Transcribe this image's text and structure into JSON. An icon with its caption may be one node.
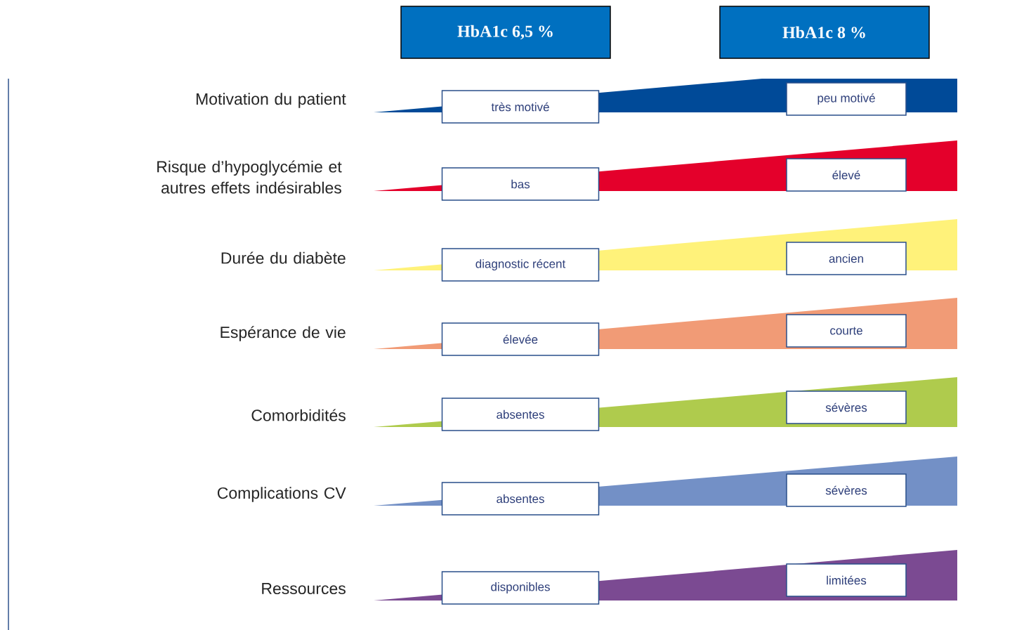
{
  "diagram": {
    "nodes": [
      {
        "text": [
          "HbA1c 6,5 %"
        ]
      },
      {
        "text": [
          "HbA1c 8 %"
        ]
      },
      {
        "text": [
          "très motivé"
        ]
      },
      {
        "text": [
          "peu motivé"
        ]
      },
      {
        "text": [
          "bas"
        ]
      },
      {
        "text": [
          "élevé"
        ]
      },
      {
        "text": [
          "diagnostic récent"
        ]
      },
      {
        "text": [
          "ancien"
        ]
      },
      {
        "text": [
          "élevée"
        ]
      },
      {
        "text": [
          "courte"
        ]
      },
      {
        "text": [
          "absentes"
        ]
      },
      {
        "text": [
          "sévères"
        ]
      },
      {
        "text": [
          "absentes"
        ]
      },
      {
        "text": [
          "sévères"
        ]
      },
      {
        "text": [
          "disponibles"
        ]
      },
      {
        "text": [
          "limitées"
        ]
      }
    ],
    "labels": [
      "Motivation du patient",
      "Risque d’hypoglycémie et autres effets indésirables",
      "Durée du diabète",
      "Espérance de vie",
      "Comorbidités",
      "Complications CV",
      "Ressources"
    ]
  }
}
